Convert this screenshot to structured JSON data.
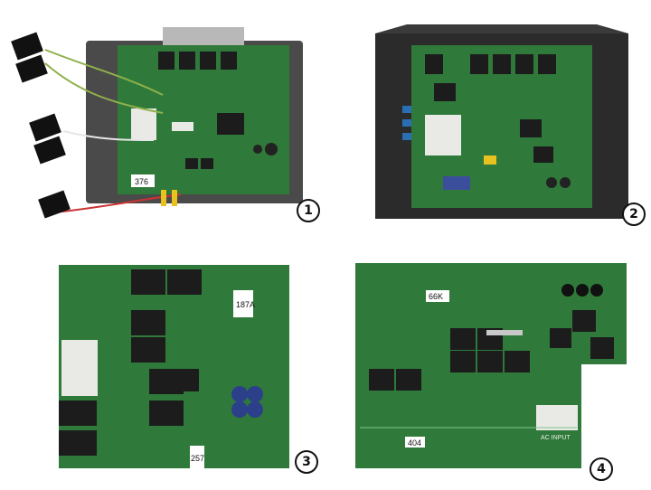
{
  "panels": [
    {
      "number": "1",
      "tag": "376"
    },
    {
      "number": "2",
      "tag": ""
    },
    {
      "number": "3",
      "tag": "187A",
      "tag2": "257"
    },
    {
      "number": "4",
      "tag": "66K",
      "tag2": "404",
      "footer_text": "AC INPUT"
    }
  ],
  "colors": {
    "pcb": "#2f7a3a",
    "pcb_dark": "#1f5a2a",
    "relay": "#1c1c1c",
    "tray": "#3a3a3a",
    "terminal": "#e9e9e6"
  }
}
